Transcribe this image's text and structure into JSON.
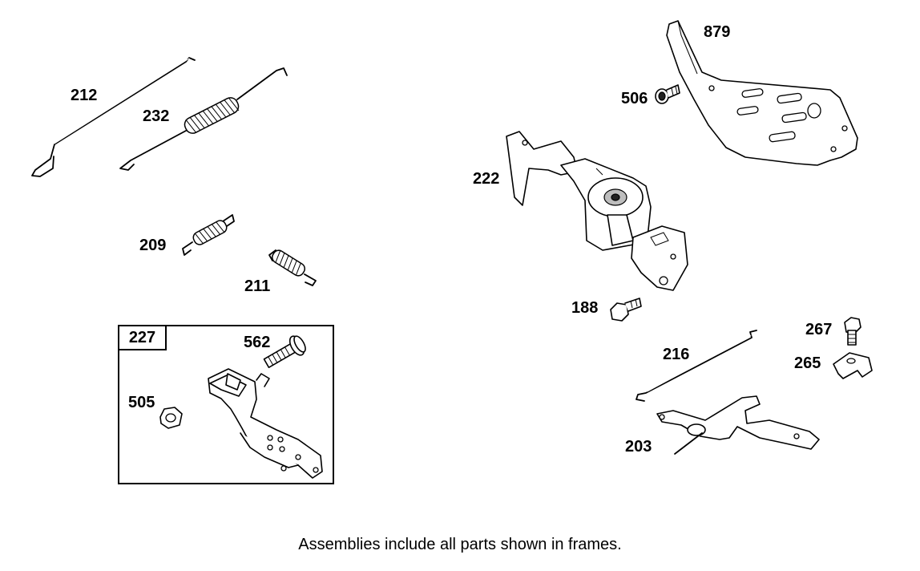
{
  "caption": "Assemblies include all parts shown in frames.",
  "frame": {
    "number": "227"
  },
  "parts": {
    "p212": "212",
    "p232": "232",
    "p209": "209",
    "p211": "211",
    "p562": "562",
    "p505": "505",
    "p879": "879",
    "p506": "506",
    "p222": "222",
    "p188": "188",
    "p267": "267",
    "p265": "265",
    "p216": "216",
    "p203": "203"
  },
  "colors": {
    "line": "#000000",
    "background": "#ffffff"
  }
}
